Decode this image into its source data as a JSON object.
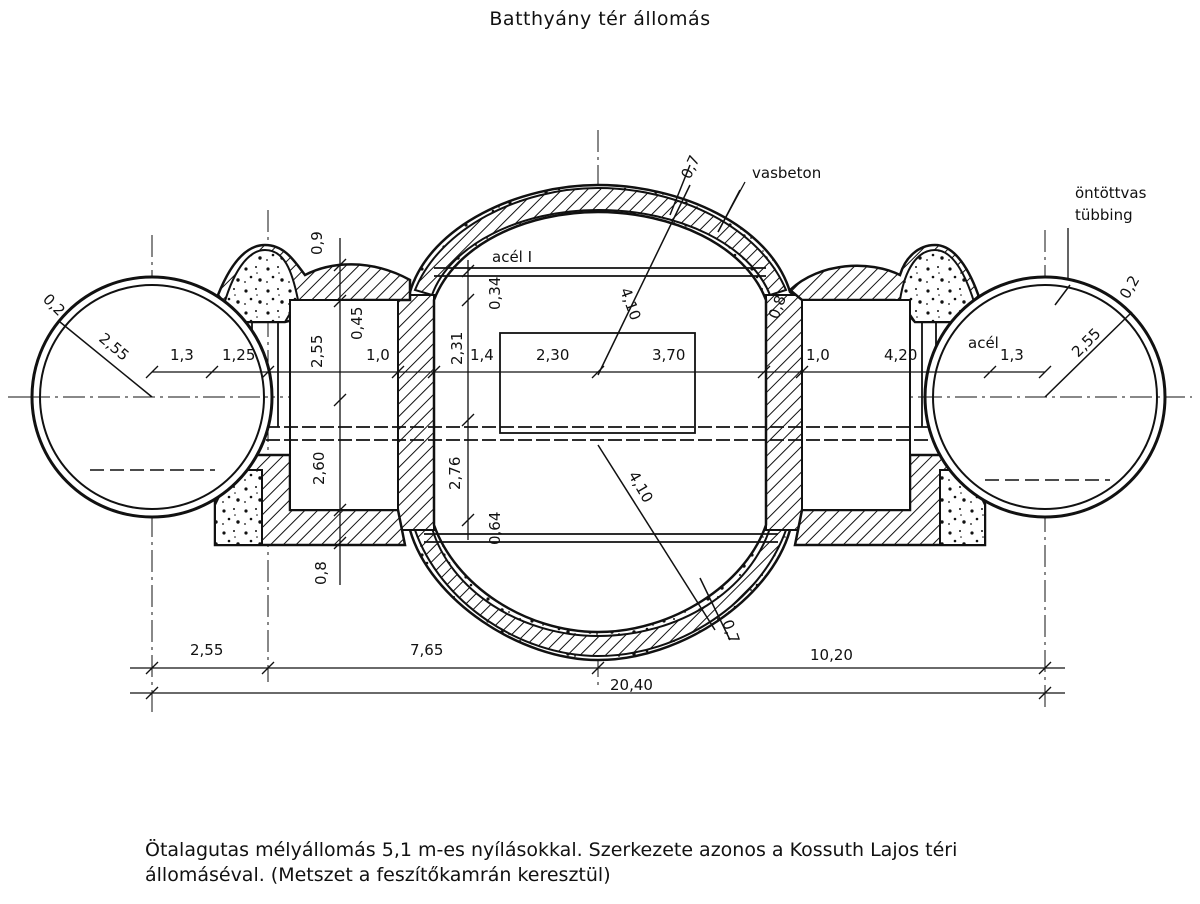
{
  "title": "Batthyány tér állomás",
  "caption": {
    "line1": "Ötalagutas mélyállomás 5,1 m-es nyílásokkal. Szerkezete azonos a Kossuth Lajos téri",
    "line2": "állomáséval. (Metszet a feszítőkamrán keresztül)"
  },
  "labels": {
    "vasbeton": "vasbeton",
    "ontottvas": "öntöttvas",
    "tubbing": "tübbing",
    "acel_top": "acél I",
    "acel_right": "acél"
  },
  "dimensions": {
    "left_thickness": "0,2",
    "left_radius": "2,55",
    "d_1_3_left": "1,3",
    "d_1_25": "1,25",
    "d_0_9": "0,9",
    "d_0_45": "0,45",
    "d_2_55_vert": "2,55",
    "d_1_0_left": "1,0",
    "d_2_60": "2,60",
    "d_0_8_bottom": "0,8",
    "d_0_34": "0,34",
    "d_2_31": "2,31",
    "d_1_4": "1,4",
    "d_2_30": "2,30",
    "d_3_70": "3,70",
    "d_4_10_top": "4,10",
    "d_4_10_bottom": "4,10",
    "d_2_76": "2,76",
    "d_0_64": "0,64",
    "d_0_7_top": "0,7",
    "d_0_7_bottom": "0,7",
    "d_1_0_right": "1,0",
    "d_0_8_right": "0,8",
    "d_4_20": "4,20",
    "d_1_3_right": "1,3",
    "right_radius": "2,55",
    "right_thickness": "0,2",
    "d_2_55_bottom": "2,55",
    "d_7_65": "7,65",
    "d_10_20": "10,20",
    "d_20_40": "20,40"
  }
}
